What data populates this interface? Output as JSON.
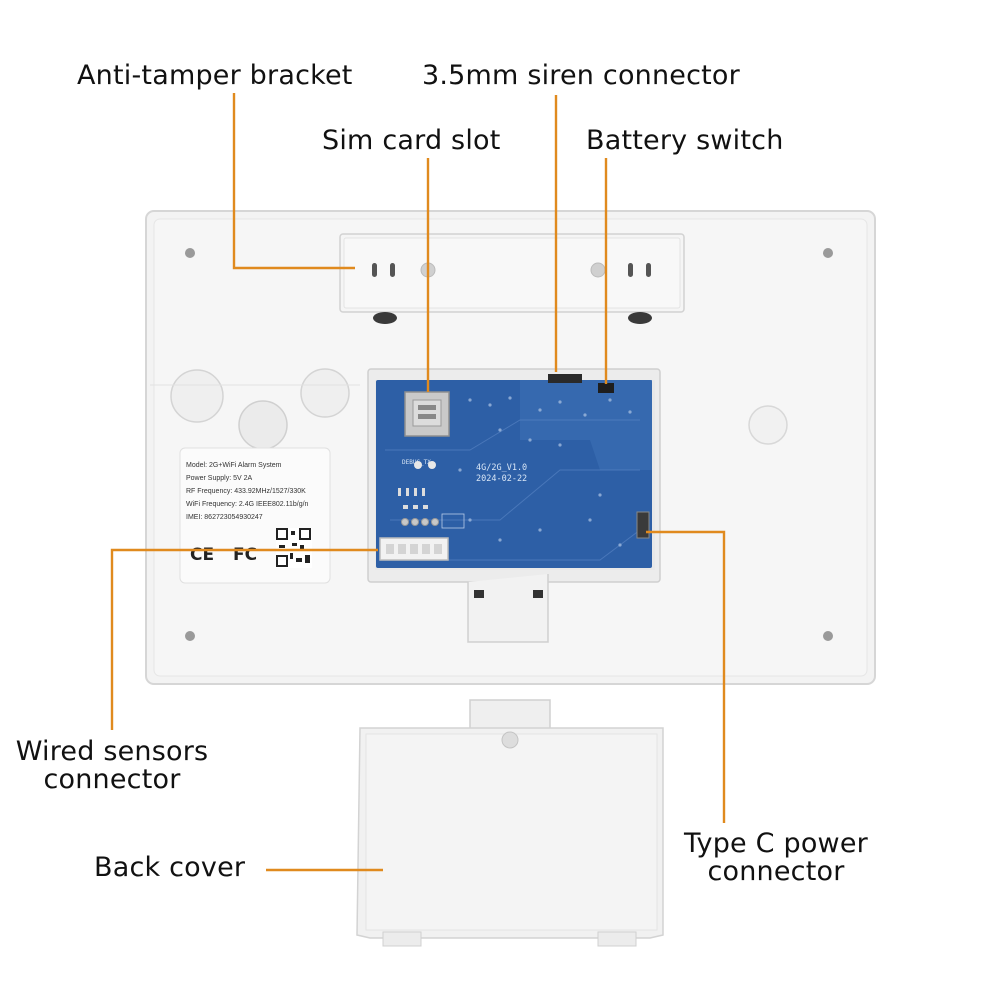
{
  "colors": {
    "leader": "#e08a1e",
    "device": "#f4f4f4",
    "pcb": "#2d5fa6"
  },
  "callouts": {
    "anti_tamper": "Anti-tamper bracket",
    "siren": "3.5mm siren connector",
    "sim": "Sim card slot",
    "battery": "Battery switch",
    "wired_line1": "Wired sensors",
    "wired_line2": "connector",
    "back_cover": "Back cover",
    "typec_line1": "Type C power",
    "typec_line2": "connector"
  },
  "product_label": {
    "model": "Model: 2G+WiFi  Alarm System",
    "power": "Power Supply: 5V  2A",
    "rf": "RF Frequency: 433.92MHz/1527/330K",
    "wifi": "WiFi Frequency: 2.4G IEEE802.11b/g/n",
    "imei": "IMEI:   862723054930247",
    "ce": "CE",
    "fc": "FC"
  },
  "pcb": {
    "version": "4G/2G_V1.0",
    "date": "2024-02-22",
    "debug": "DEBUG_TX"
  }
}
